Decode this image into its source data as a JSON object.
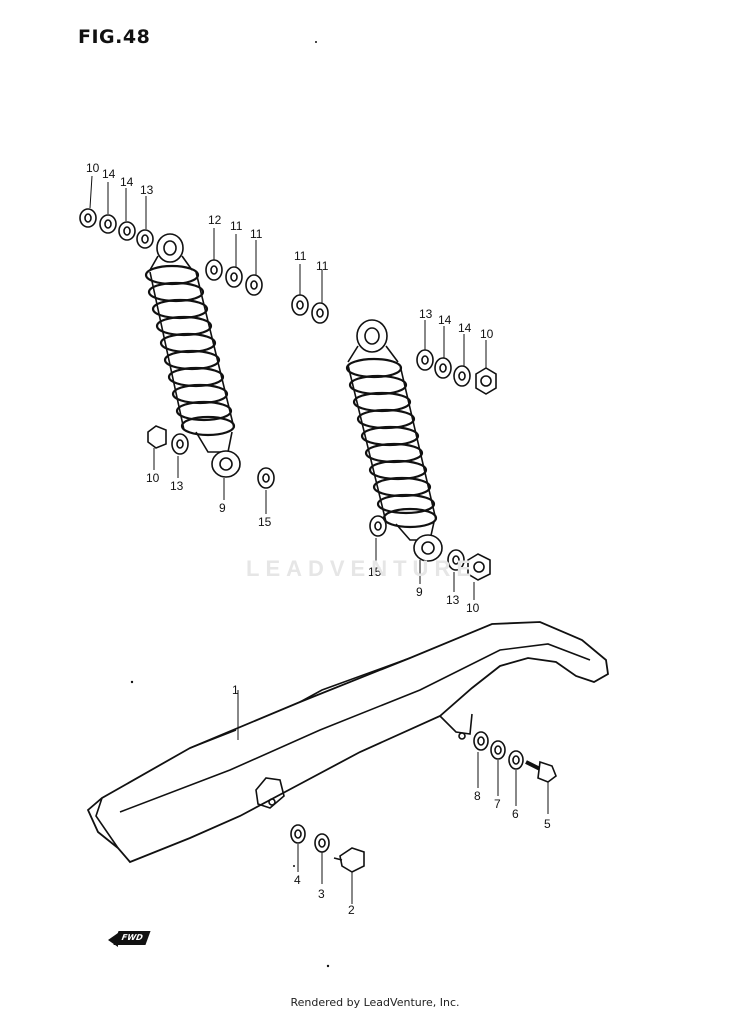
{
  "figure": {
    "title": "FIG.48",
    "footer": "Rendered by LeadVenture, Inc.",
    "watermark": "LEADVENTURE",
    "fwd_label": "FWD"
  },
  "callouts": {
    "c10a": "10",
    "c14a": "14",
    "c14b": "14",
    "c13a": "13",
    "c12a": "12",
    "c11a": "11",
    "c11b": "11",
    "c11c": "11",
    "c11d": "11",
    "c13b": "13",
    "c14c": "14",
    "c14d": "14",
    "c10b": "10",
    "c10c": "10",
    "c13c": "13",
    "c9a": "9",
    "c15a": "15",
    "c15b": "15",
    "c9b": "9",
    "c13d": "13",
    "c10d": "10",
    "c1": "1",
    "c8": "8",
    "c7": "7",
    "c6": "6",
    "c5": "5",
    "c4": "4",
    "c3": "3",
    "c2": "2"
  }
}
